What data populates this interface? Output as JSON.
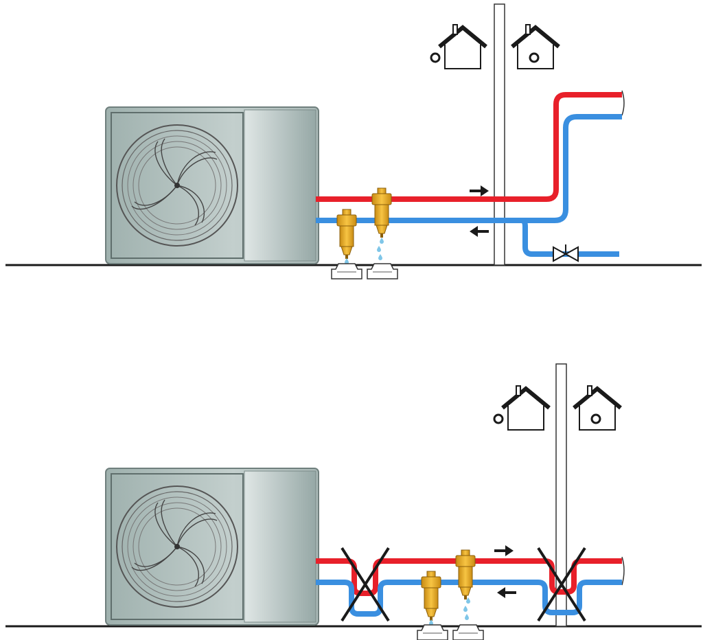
{
  "colors": {
    "background": "#ffffff",
    "line": "#1a1a1a",
    "hot_pipe": "#e8202a",
    "cold_pipe": "#3a8fe0",
    "unit_body": "#bcc9c7",
    "unit_shade": "#8fa3a1",
    "brass": "#f0b428",
    "brass_dark": "#b07d12",
    "water_drop": "#7fc6e8",
    "outline": "#333333"
  },
  "panels": [
    {
      "id": "correct-installation",
      "elements": [
        "heat-pump-unit",
        "hot-supply-pipe",
        "cold-return-pipe",
        "dirt-separator-filter",
        "magnetic-filter",
        "drain-tray",
        "drain-tray",
        "wall",
        "indoor-house-icon",
        "outdoor-house-icon",
        "flow-arrow-right",
        "flow-arrow-left",
        "shutoff-valve"
      ]
    },
    {
      "id": "incorrect-installation",
      "elements": [
        "heat-pump-unit",
        "hot-supply-pipe",
        "cold-return-pipe",
        "dirt-separator-filter",
        "magnetic-filter",
        "drain-tray",
        "drain-tray",
        "wall",
        "indoor-house-icon",
        "outdoor-house-icon",
        "flow-arrow-right",
        "flow-arrow-left",
        "cross-mark-siphon",
        "cross-mark-siphon"
      ]
    }
  ]
}
